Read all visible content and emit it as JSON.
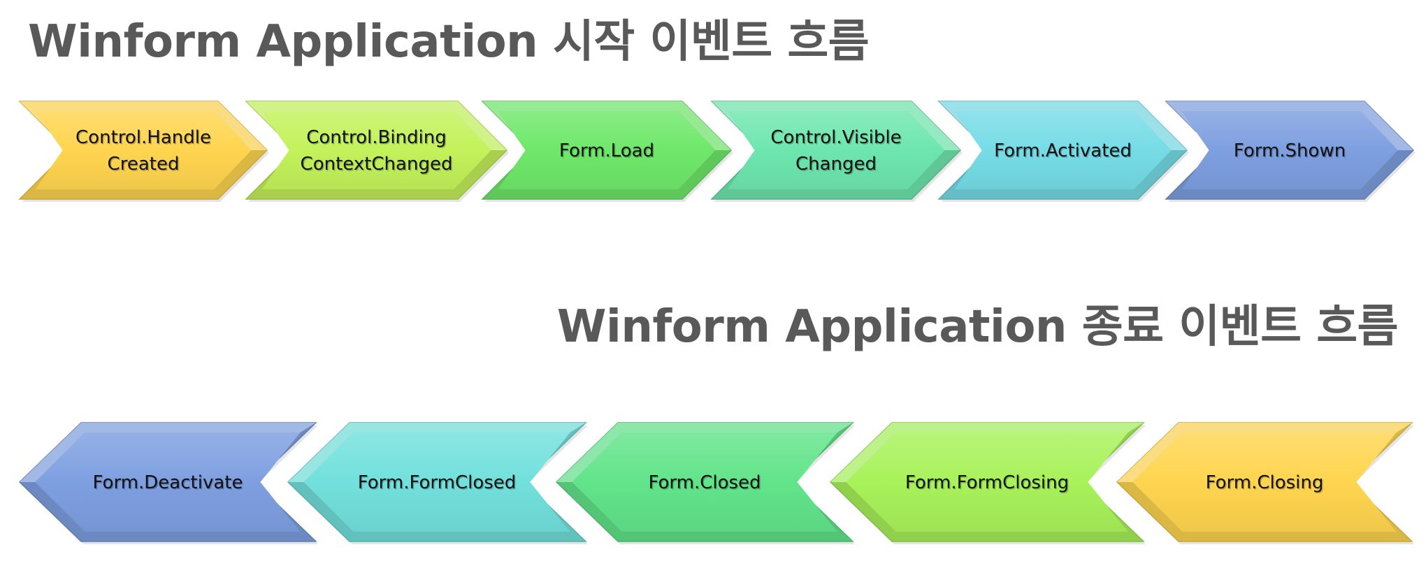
{
  "start_section": {
    "title": "Winform Application 시작 이벤트 흐름",
    "steps": [
      {
        "lines": [
          "Control.Handle",
          "Created"
        ],
        "color": "#FFD54F"
      },
      {
        "lines": [
          "Control.Binding",
          "ContextChanged"
        ],
        "color": "#C3F25A"
      },
      {
        "lines": [
          "Form.Load"
        ],
        "color": "#6FE86A"
      },
      {
        "lines": [
          "Control.Visible",
          "Changed"
        ],
        "color": "#6EE6AE"
      },
      {
        "lines": [
          "Form.Activated"
        ],
        "color": "#76DCE6"
      },
      {
        "lines": [
          "Form.Shown"
        ],
        "color": "#7E9FE0"
      }
    ]
  },
  "end_section": {
    "title": "Winform Application 종료 이벤트 흐름",
    "steps": [
      {
        "lines": [
          "Form.Deactivate"
        ],
        "color": "#7E9FE0"
      },
      {
        "lines": [
          "Form.FormClosed"
        ],
        "color": "#72E0DC"
      },
      {
        "lines": [
          "Form.Closed"
        ],
        "color": "#62E48A"
      },
      {
        "lines": [
          "Form.FormClosing"
        ],
        "color": "#A8F25A"
      },
      {
        "lines": [
          "Form.Closing"
        ],
        "color": "#FFD54F"
      }
    ]
  }
}
